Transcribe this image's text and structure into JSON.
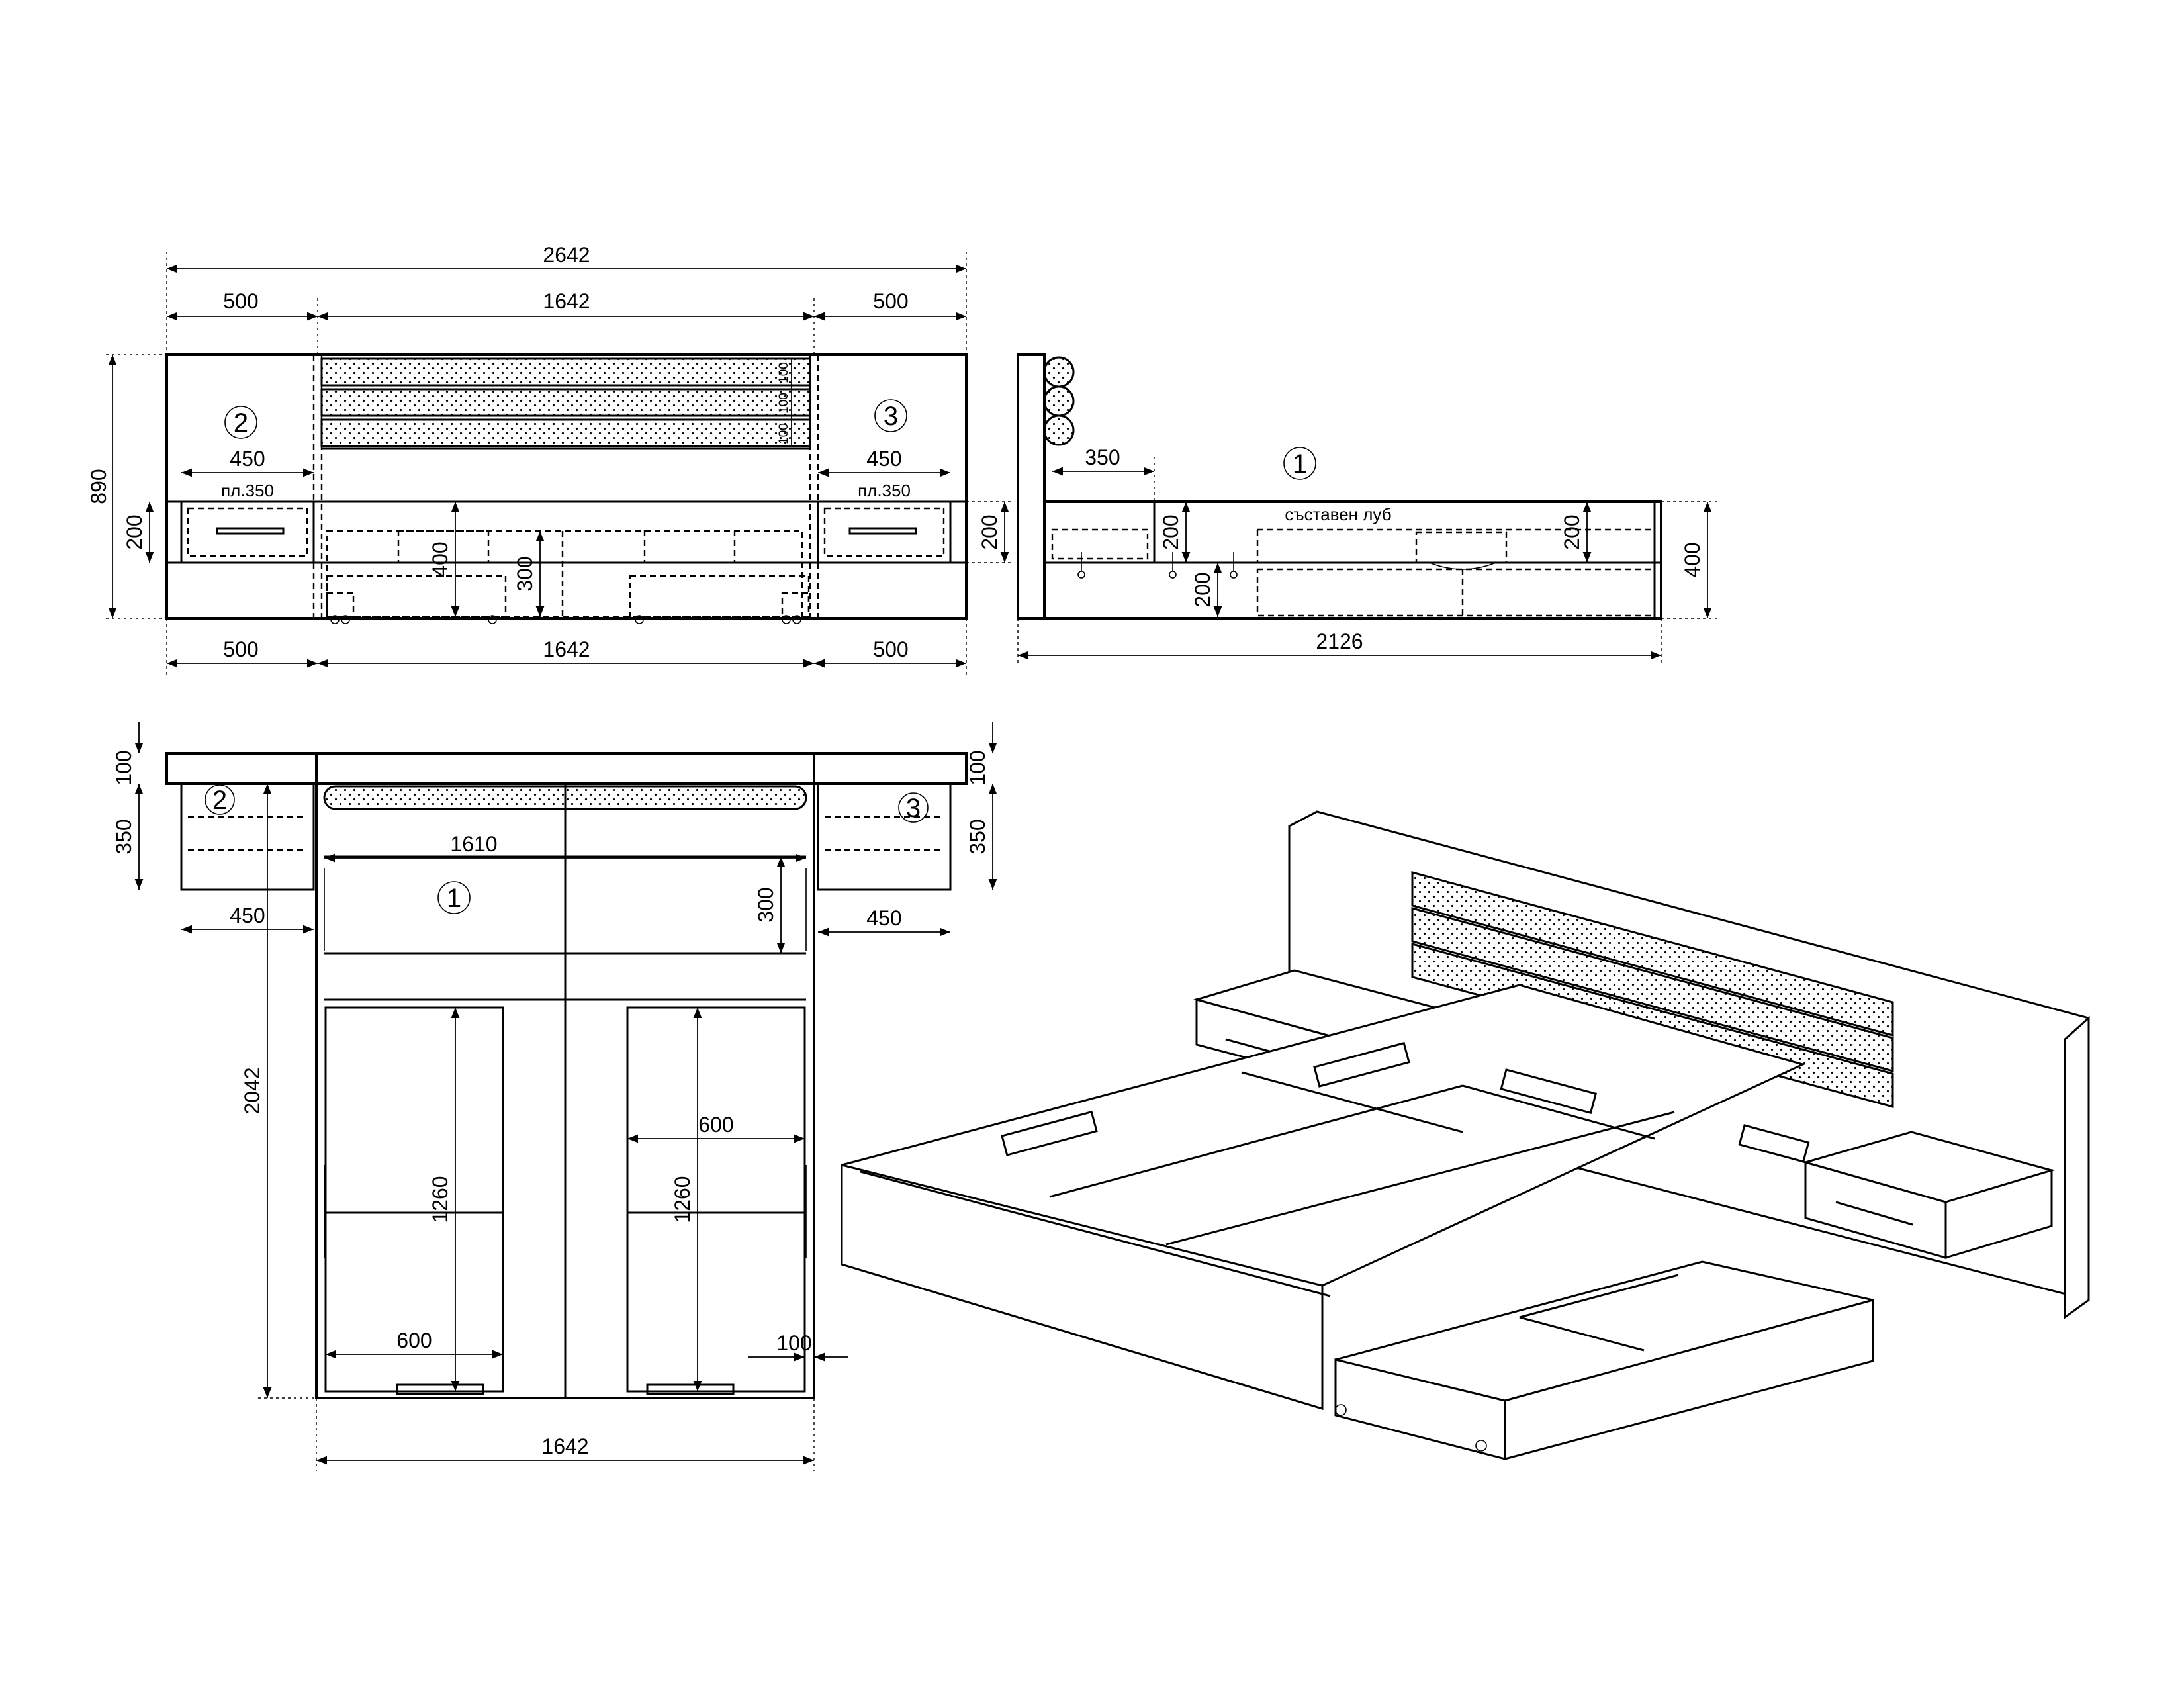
{
  "front_view": {
    "overall_width": "2642",
    "left_width": "500",
    "center_width": "1642",
    "right_width": "500",
    "bottom_left": "500",
    "bottom_center": "1642",
    "bottom_right": "500",
    "height": "890",
    "left_table_width": "450",
    "right_table_width": "450",
    "left_table_note": "пл.350",
    "right_table_note": "пл.350",
    "left_drawer_h": "200",
    "right_drawer_h": "200",
    "bed_height": "400",
    "drawer_height": "300",
    "roll_heights": [
      "100",
      "100",
      "100"
    ],
    "marker_left": "2",
    "marker_right": "3"
  },
  "side_view": {
    "length": "2126",
    "depth_350": "350",
    "height_200_a": "200",
    "height_200_b": "200",
    "height_200_c": "200",
    "height_400": "400",
    "label": "съставен луб",
    "marker": "1"
  },
  "top_view": {
    "inner_width": "1610",
    "head_depth": "100",
    "head_depth_r": "100",
    "table_depth_l": "350",
    "table_depth_r": "350",
    "table_w_l": "450",
    "table_w_r": "450",
    "side_300": "300",
    "length": "2042",
    "drawer_w_top": "600",
    "drawer_w_bottom": "600",
    "drawer_len_l": "1260",
    "drawer_len_r": "1260",
    "gap_100": "100",
    "bottom_width": "1642",
    "marker_center": "1",
    "marker_left": "2",
    "marker_right": "3"
  },
  "colors": {
    "line": "#000000",
    "background": "#ffffff"
  }
}
